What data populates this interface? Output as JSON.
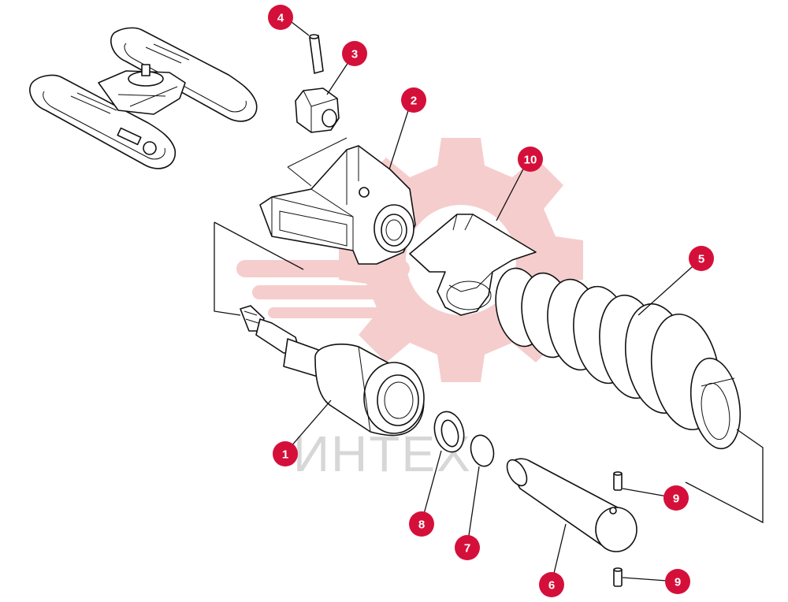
{
  "watermark": {
    "text": "ИНТЕХ",
    "gear_color": "#f2b8b8",
    "text_color": "#b8b8b8"
  },
  "callout_color": "#d4103a",
  "callouts": [
    {
      "number": "1",
      "part": "idler yoke with rod"
    },
    {
      "number": "2",
      "part": "bracket"
    },
    {
      "number": "3",
      "part": "nut"
    },
    {
      "number": "4",
      "part": "pin"
    },
    {
      "number": "5",
      "part": "spring"
    },
    {
      "number": "6",
      "part": "shaft"
    },
    {
      "number": "7",
      "part": "o-ring"
    },
    {
      "number": "8",
      "part": "washer"
    },
    {
      "number": "9",
      "part": "pin"
    },
    {
      "number": "9",
      "part": "pin"
    },
    {
      "number": "10",
      "part": "plate"
    }
  ]
}
